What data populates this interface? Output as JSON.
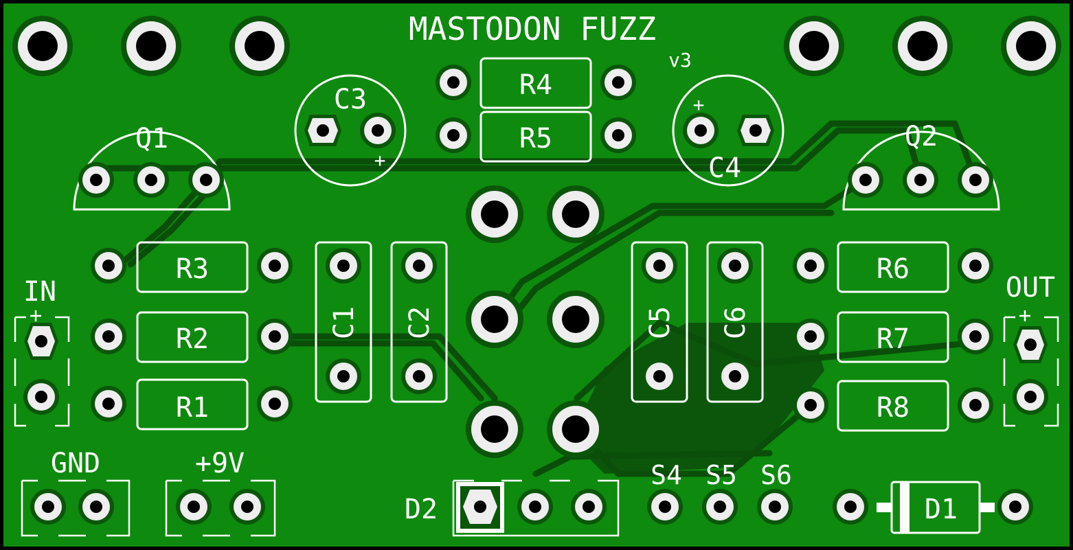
{
  "board": {
    "title": "MASTODON FUZZ",
    "version": "v3",
    "colors": {
      "pcb_green": "#0e8a0e",
      "pcb_green_dark": "#0a4e0a",
      "silkscreen": "#ffffff",
      "pad": "#eeeeee",
      "drill": "#000000"
    }
  },
  "components": {
    "q1": "Q1",
    "q2": "Q2",
    "c1": "C1",
    "c2": "C2",
    "c3": "C3",
    "c4": "C4",
    "c5": "C5",
    "c6": "C6",
    "r1": "R1",
    "r2": "R2",
    "r3": "R3",
    "r4": "R4",
    "r5": "R5",
    "r6": "R6",
    "r7": "R7",
    "r8": "R8",
    "d1": "D1",
    "d2": "D2",
    "c3_polarity": "+",
    "c4_polarity": "+"
  },
  "connectors": {
    "in": "IN",
    "out": "OUT",
    "gnd": "GND",
    "power": "+9V",
    "s4": "S4",
    "s5": "S5",
    "s6": "S6"
  }
}
